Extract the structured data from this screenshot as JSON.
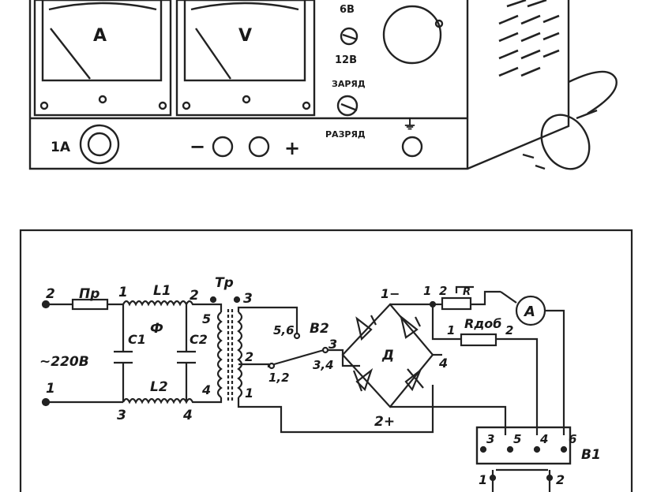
{
  "device": {
    "ammeter_letter": "A",
    "voltmeter_letter": "V",
    "range_switch_top": "6В",
    "range_switch_bottom": "12В",
    "mode_switch_top": "ЗАРЯД",
    "mode_switch_bottom": "РАЗРЯД",
    "fuse_label": "1А",
    "minus_label": "−",
    "plus_label": "+",
    "ground_symbol": "⏚"
  },
  "schematic": {
    "node_2_left": "2",
    "fuse": "Пр",
    "node_1_top": "1",
    "inductor_top": "L1",
    "node_2_mid": "2",
    "transformer": "Тр",
    "node_3_tr": "3",
    "cap_c1": "С1",
    "filter": "Ф",
    "cap_c2": "С2",
    "tr_pin_5": "5",
    "tr_pin_4": "4",
    "mains": "~220В",
    "tr_sec_2": "2",
    "tr_sec_1": "1",
    "node_1_left": "1",
    "node_3_bottom": "3",
    "inductor_bottom": "L2",
    "node_4_bottom": "4",
    "sw_56": "5,6",
    "sw_b2": "В2",
    "sw_3": "3",
    "sw_12": "1,2",
    "sw_34": "3,4",
    "bridge_minus": "1−",
    "bridge": "Д",
    "bridge_4": "4",
    "bridge_plus": "2+",
    "res_top_1": "1",
    "res_top_2": "2",
    "res_r": "R",
    "ammeter": "A",
    "rdob_1": "1",
    "rdob": "Rдоб",
    "rdob_2": "2",
    "b1_3": "3",
    "b1_5": "5",
    "b1_4": "4",
    "b1_6": "6",
    "b1_name": "В1",
    "b1_1": "1",
    "b1_2": "2"
  }
}
